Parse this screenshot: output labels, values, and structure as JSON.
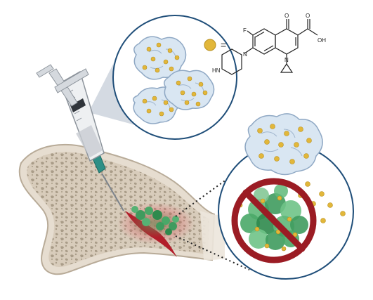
{
  "figure": {
    "colors": {
      "background": "#ffffff",
      "bone_outer": "#e6ddd0",
      "bone_stroke": "#b8ab98",
      "bone_pore": "#a99c88",
      "hydrogel": "#d9e6f2",
      "hydrogel_stroke": "#8fa8c4",
      "drug_particle": "#e2b73a",
      "bacteria": "#3f9b5e",
      "bacteria_light": "#7cc48f",
      "wound": "#b21d2a",
      "prohibit_sign": "#9b1c24",
      "circle_border": "#1f4e79",
      "syringe_barrel": "#eef0f2",
      "syringe_stroke": "#8d949c",
      "needle_hub": "#2e8f86"
    },
    "icons": {
      "syringe": "syringe-icon",
      "prohibit": "prohibition-sign-icon",
      "drug_particle": "drug-particle-icon"
    },
    "molecule": {
      "equals_sign": "=",
      "atoms": {
        "F": "F",
        "O": "O",
        "OH": "OH",
        "N1": "N",
        "N2": "N",
        "HN": "HN"
      }
    }
  }
}
